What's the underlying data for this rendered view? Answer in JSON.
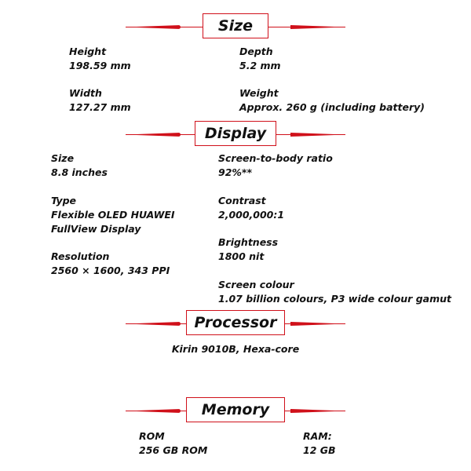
{
  "sections": {
    "size": {
      "title": "Size",
      "height_label": "Height",
      "height_value": "198.59 mm",
      "depth_label": "Depth",
      "depth_value": "5.2 mm",
      "width_label": "Width",
      "width_value": "127.27 mm",
      "weight_label": "Weight",
      "weight_value": "Approx. 260 g (including battery)"
    },
    "display": {
      "title": "Display",
      "size_label": "Size",
      "size_value": "8.8 inches",
      "ratio_label": "Screen-to-body ratio",
      "ratio_value": "92%**",
      "type_label": "Type",
      "type_value_1": "Flexible OLED HUAWEI",
      "type_value_2": "FullView Display",
      "contrast_label": "Contrast",
      "contrast_value": "2,000,000:1",
      "brightness_label": "Brightness",
      "brightness_value": "1800 nit",
      "resolution_label": "Resolution",
      "resolution_value": "2560 × 1600, 343 PPI",
      "colour_label": "Screen colour",
      "colour_value": "1.07 billion colours, P3 wide colour gamut"
    },
    "processor": {
      "title": "Processor",
      "value": "Kirin 9010B, Hexa-core"
    },
    "memory": {
      "title": "Memory",
      "rom_label": "ROM",
      "rom_value": "256 GB ROM",
      "ram_label": "RAM:",
      "ram_value": "12 GB"
    }
  },
  "colors": {
    "accent": "#d0101a",
    "text": "#111111"
  }
}
